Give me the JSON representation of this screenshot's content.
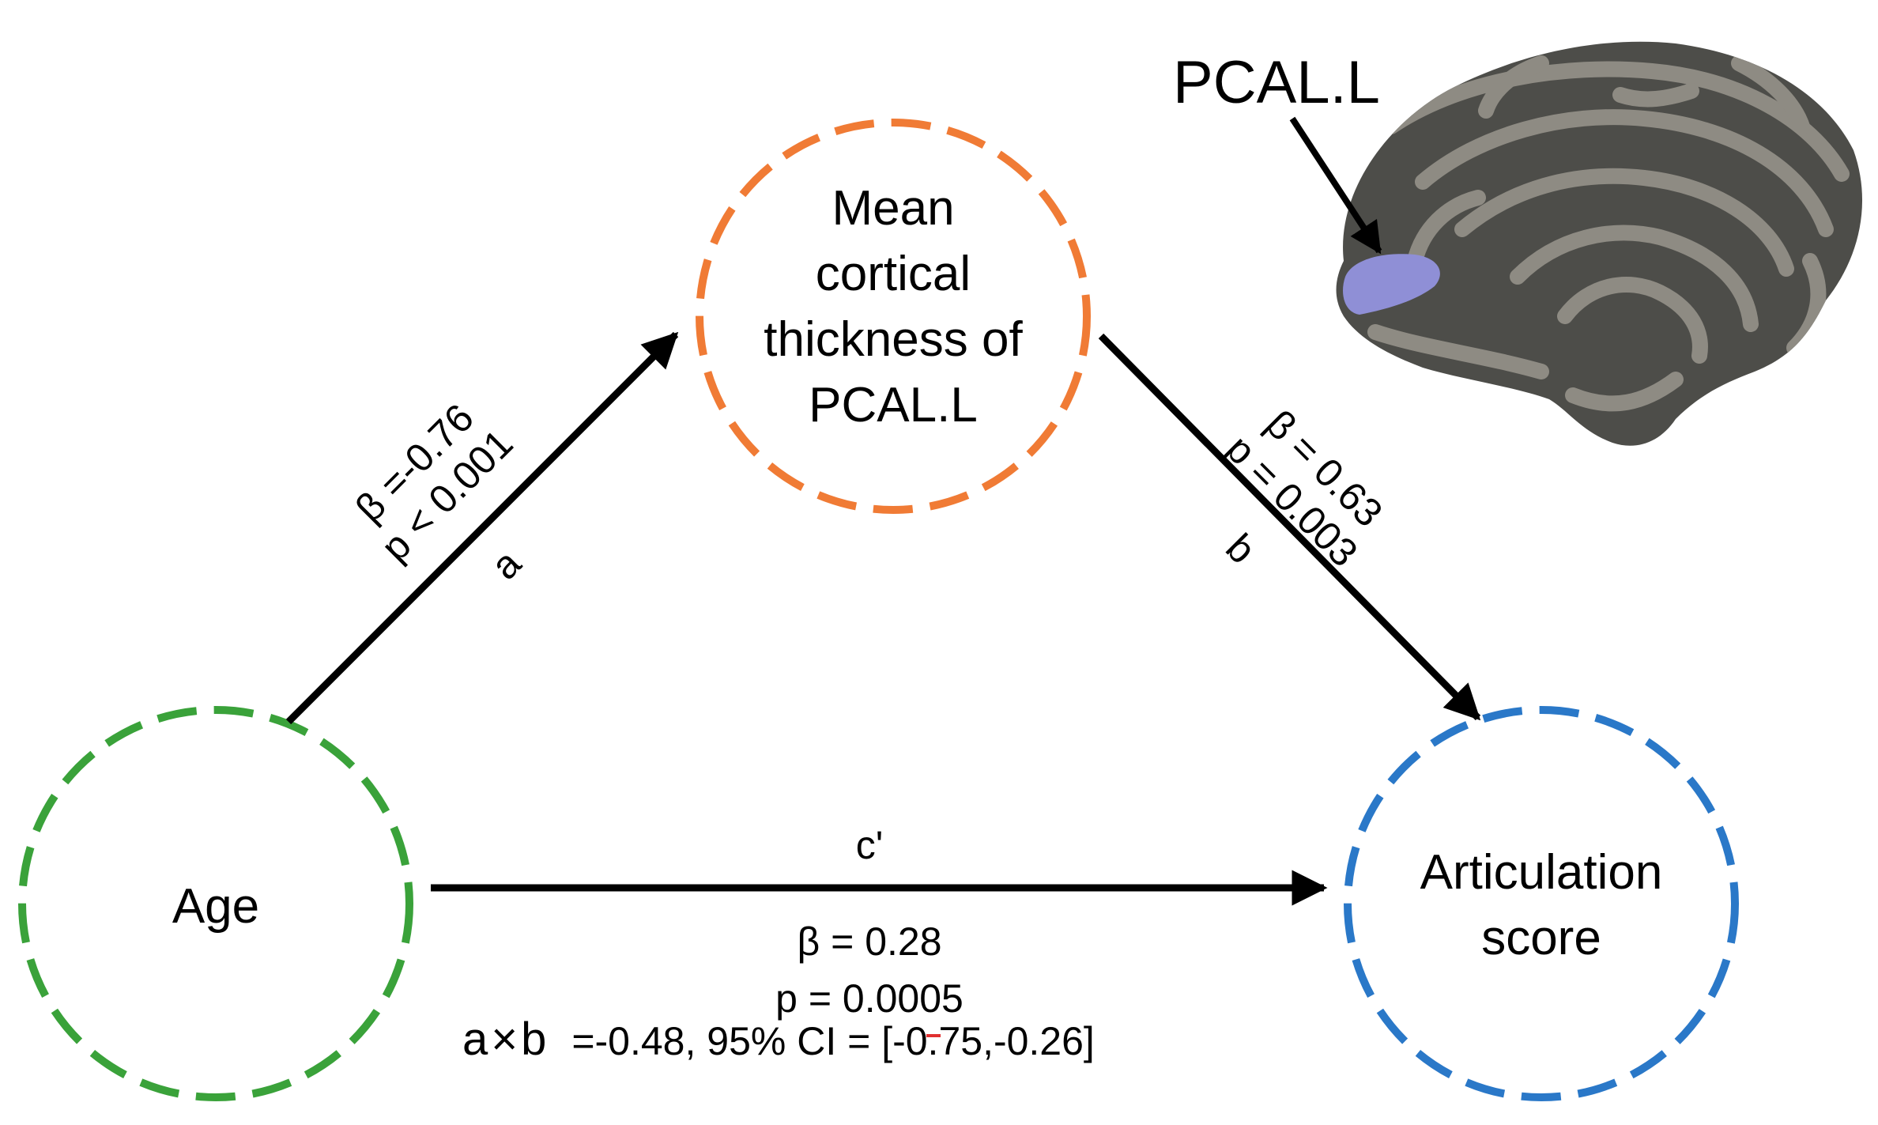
{
  "colors": {
    "mediator": "#f07b35",
    "predictor": "#3aa23a",
    "outcome": "#2a78c8",
    "arrow": "#000000",
    "highlight": "#8f8fd6",
    "brain_dark": "#4d4d49",
    "brain_light": "#8e8b83"
  },
  "nodes": {
    "mediator": {
      "lines": [
        "Mean",
        "cortical",
        "thickness of",
        "PCAL.L"
      ]
    },
    "predictor": {
      "lines": [
        "Age"
      ]
    },
    "outcome": {
      "lines": [
        "Articulation",
        "score"
      ]
    }
  },
  "edges": {
    "a": {
      "label": "a",
      "beta": "β =-0.76",
      "p": "p < 0.001"
    },
    "b": {
      "label": "b",
      "beta": "β = 0.63",
      "p": "p = 0.003"
    },
    "c": {
      "label": "c'",
      "beta": "β = 0.28",
      "p": "p = 0.0005"
    }
  },
  "indirect": {
    "term": "a",
    "times": "×",
    "term2": "b",
    "value": "=-0.48, 95% CI = [-0.75,-0.26]"
  },
  "brain": {
    "label": "PCAL.L",
    "icon": "brain-medial-surface-icon"
  }
}
